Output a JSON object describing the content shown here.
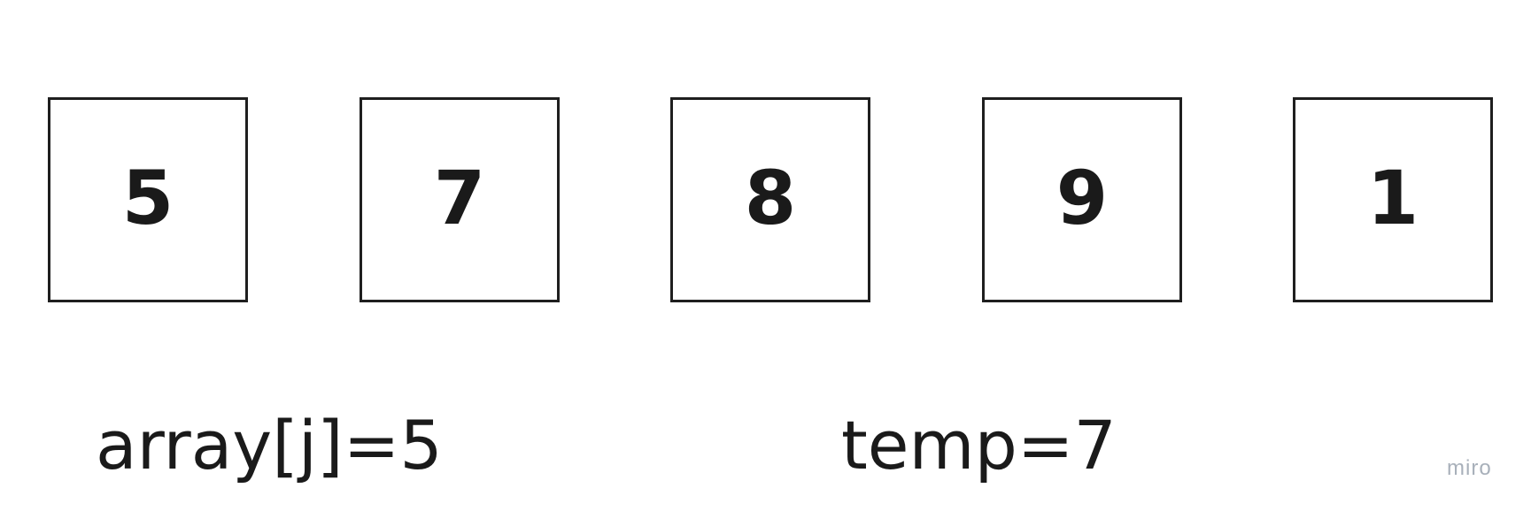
{
  "array": {
    "cells": [
      "5",
      "7",
      "8",
      "9",
      "1"
    ]
  },
  "labels": {
    "array_j": "array[j]=5",
    "temp": "temp=7"
  },
  "watermark": "miro",
  "colors": {
    "stroke": "#1f1f1f",
    "text": "#1a1a1a",
    "watermark": "#a8b0ba",
    "background": "#ffffff"
  }
}
